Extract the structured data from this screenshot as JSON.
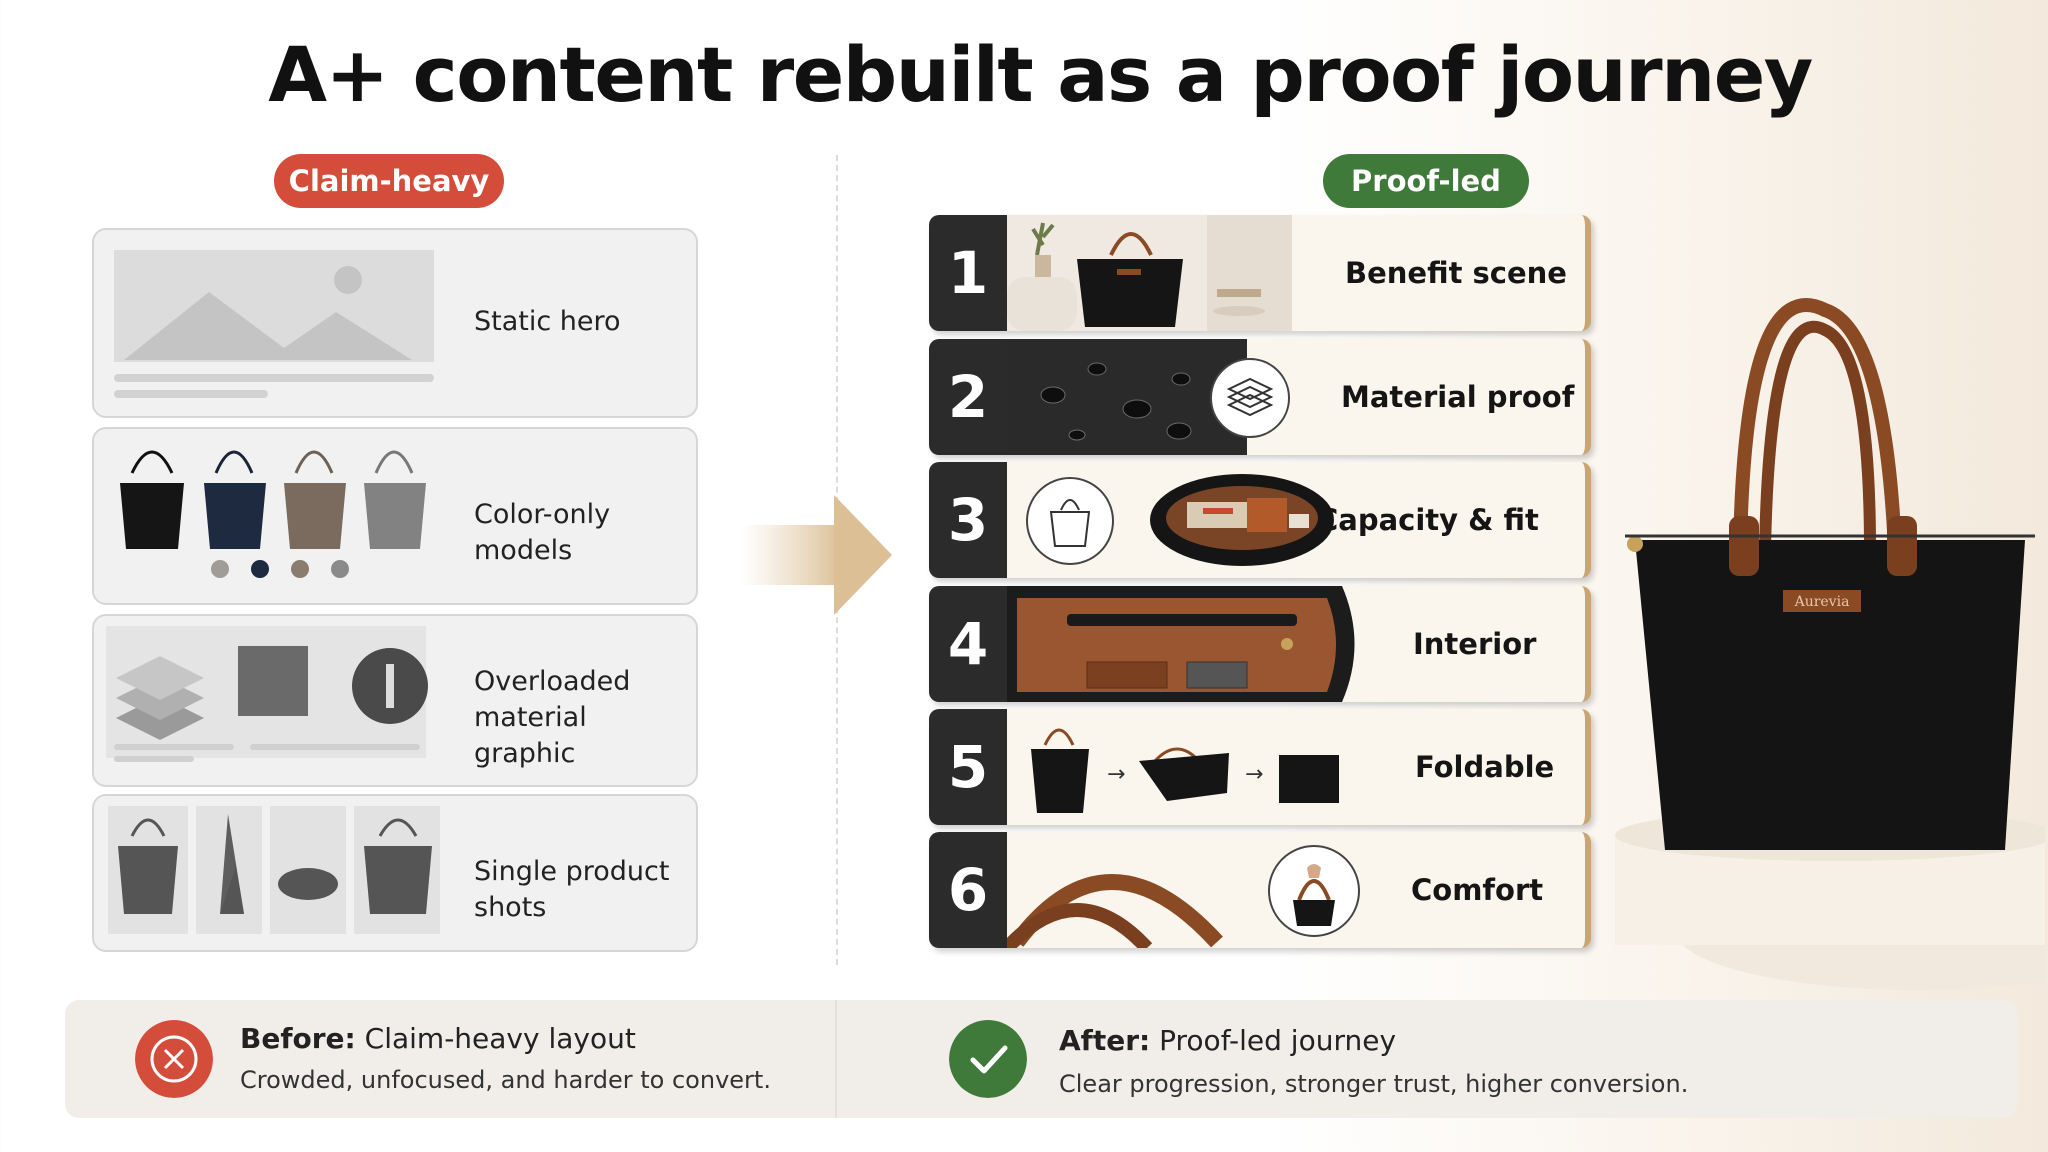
{
  "title": "A+ content rebuilt as a proof journey",
  "left_tag": "Claim-heavy",
  "right_tag": "Proof-led",
  "left_cards": [
    {
      "label": "Static hero"
    },
    {
      "label": "Color-only models"
    },
    {
      "label_line1": "Overloaded",
      "label_line2": "material graphic"
    },
    {
      "label": "Single product shots"
    }
  ],
  "steps": [
    {
      "number": "1",
      "label": "Benefit scene"
    },
    {
      "number": "2",
      "label": "Material proof"
    },
    {
      "number": "3",
      "label": "Capacity & fit"
    },
    {
      "number": "4",
      "label": "Interior"
    },
    {
      "number": "5",
      "label": "Foldable"
    },
    {
      "number": "6",
      "label": "Comfort"
    }
  ],
  "hero_brand": "Aurevia",
  "before": {
    "heading": "Before:",
    "title": "Claim-heavy layout",
    "sub": "Crowded, unfocused, and harder to convert."
  },
  "after": {
    "heading": "After:",
    "title": "Proof-led journey",
    "sub": "Clear progression, stronger trust, higher conversion."
  },
  "colors": {
    "red": "#d44c3a",
    "green": "#3f7a3a",
    "dark": "#2b2b2b",
    "leather": "#8a4a24",
    "cream": "#faf5ed"
  },
  "icons": [
    "image-placeholder-icon",
    "layers-icon",
    "zipper-icon",
    "bag-outline-icon",
    "hand-holding-bag-icon",
    "close-icon",
    "check-icon",
    "arrow-right-icon"
  ]
}
